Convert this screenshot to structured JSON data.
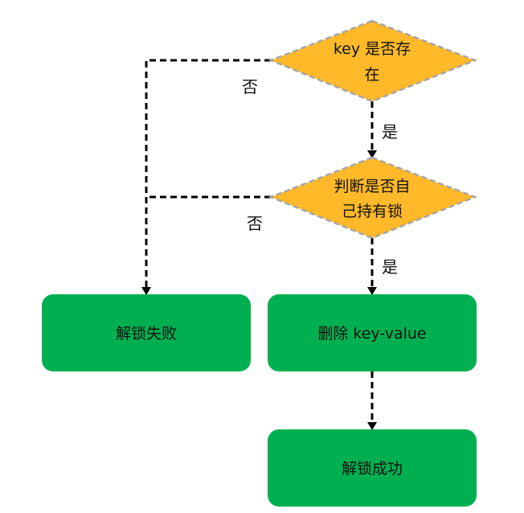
{
  "colors": {
    "decision_fill": "#FFB929",
    "decision_stroke": "#A6A6A6",
    "process_fill": "#00B050",
    "process_text": "#1A1A1A",
    "line": "#000000",
    "background": "#FFFFFF"
  },
  "nodes": {
    "key_exists": {
      "line1": "key 是否存",
      "line2": "在"
    },
    "owns_lock": {
      "line1": "判断是否自",
      "line2": "己持有锁"
    },
    "unlock_fail": {
      "label": "解锁失败"
    },
    "delete_kv": {
      "label": "删除 key-value"
    },
    "unlock_success": {
      "label": "解锁成功"
    }
  },
  "edges": {
    "key_exists_yes": "是",
    "key_exists_no": "否",
    "owns_lock_yes": "是",
    "owns_lock_no": "否"
  }
}
